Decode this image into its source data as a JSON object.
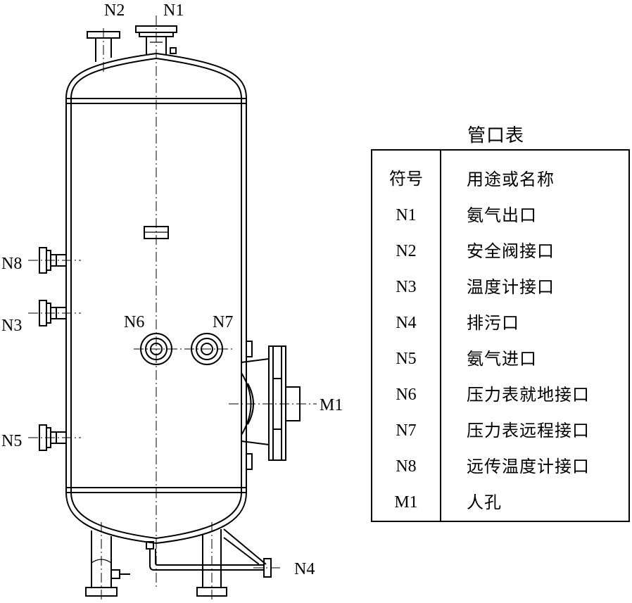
{
  "labels": {
    "N1": "N1",
    "N2": "N2",
    "N3": "N3",
    "N4": "N4",
    "N5": "N5",
    "N6": "N6",
    "N7": "N7",
    "N8": "N8",
    "M1": "M1"
  },
  "table": {
    "title": "管口表",
    "header": {
      "symbol": "符号",
      "name": "用途或名称"
    },
    "rows": [
      {
        "symbol": "N1",
        "name": "氨气出口"
      },
      {
        "symbol": "N2",
        "name": "安全阀接口"
      },
      {
        "symbol": "N3",
        "name": "温度计接口"
      },
      {
        "symbol": "N4",
        "name": "排污口"
      },
      {
        "symbol": "N5",
        "name": "氨气进口"
      },
      {
        "symbol": "N6",
        "name": "压力表就地接口"
      },
      {
        "symbol": "N7",
        "name": "压力表远程接口"
      },
      {
        "symbol": "N8",
        "name": "远传温度计接口"
      },
      {
        "symbol": "M1",
        "name": "人孔"
      }
    ]
  }
}
